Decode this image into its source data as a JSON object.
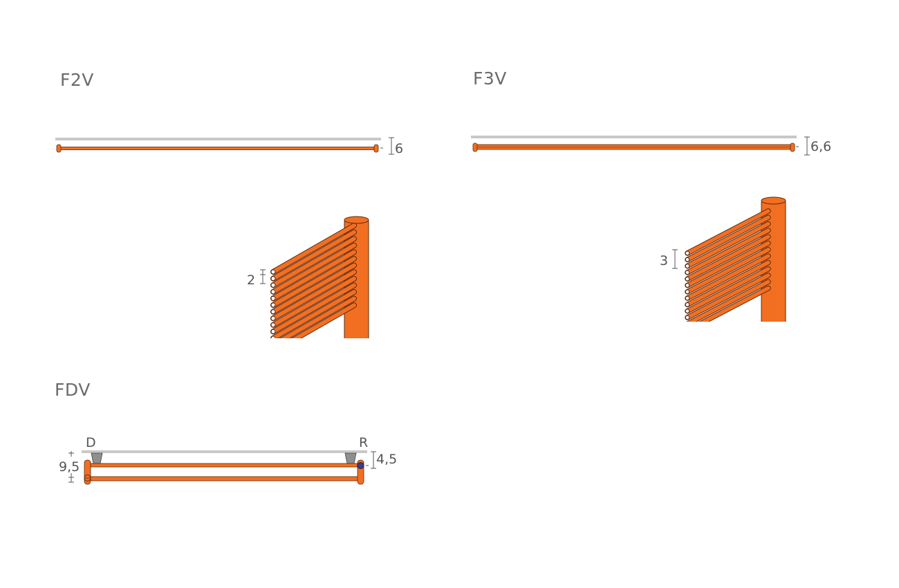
{
  "colors": {
    "pipe": "#f26f22",
    "outline": "#5a2a10",
    "wall": "#c8c8c8",
    "bracket": "#8f8f8f",
    "text": "#6b6b6b"
  },
  "models": {
    "f2v": {
      "title": "F2V",
      "depth_label": "6",
      "spacing_label": "2"
    },
    "f3v": {
      "title": "F3V",
      "depth_label": "6,6",
      "spacing_label": "3"
    },
    "fdv": {
      "title": "FDV",
      "inlet_label": "D",
      "outlet_label": "R",
      "depth_label": "4,5",
      "height_label": "9,5"
    }
  }
}
